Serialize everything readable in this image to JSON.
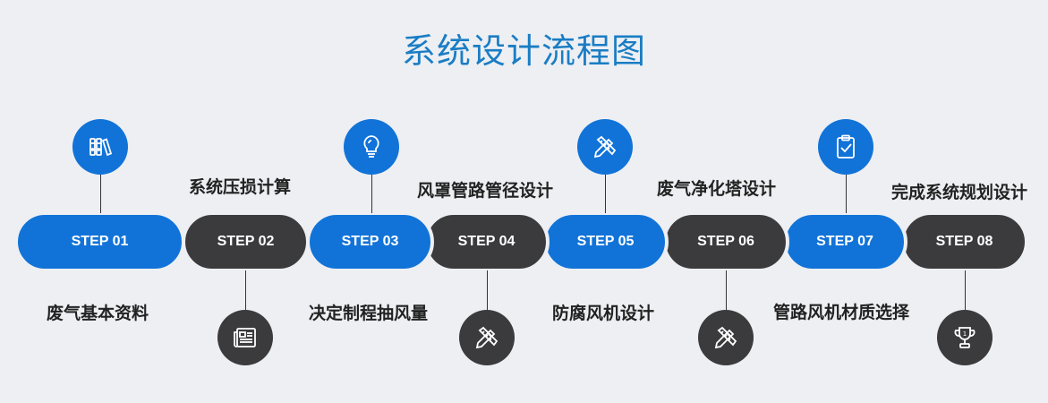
{
  "title": "系统设计流程图",
  "colors": {
    "blue": "#1173d8",
    "dark": "#3b3b3d",
    "title": "#1a7dc4",
    "background": "#edeff3"
  },
  "steps": [
    {
      "step": "STEP 01",
      "label": "废气基本资料",
      "icon": "binders-icon",
      "color": "blue"
    },
    {
      "step": "STEP 02",
      "label": "系统压损计算",
      "icon": "newspaper-icon",
      "color": "dark"
    },
    {
      "step": "STEP 03",
      "label": "决定制程抽风量",
      "icon": "lightbulb-icon",
      "color": "blue"
    },
    {
      "step": "STEP 04",
      "label": "风罩管路管径设计",
      "icon": "design-tools-icon",
      "color": "dark"
    },
    {
      "step": "STEP 05",
      "label": "防腐风机设计",
      "icon": "design-tools-icon",
      "color": "blue"
    },
    {
      "step": "STEP 06",
      "label": "废气净化塔设计",
      "icon": "design-tools-icon",
      "color": "dark"
    },
    {
      "step": "STEP 07",
      "label": "管路风机材质选择",
      "icon": "clipboard-check-icon",
      "color": "blue"
    },
    {
      "step": "STEP 08",
      "label": "完成系统规划设计",
      "icon": "trophy-icon",
      "color": "dark"
    }
  ]
}
